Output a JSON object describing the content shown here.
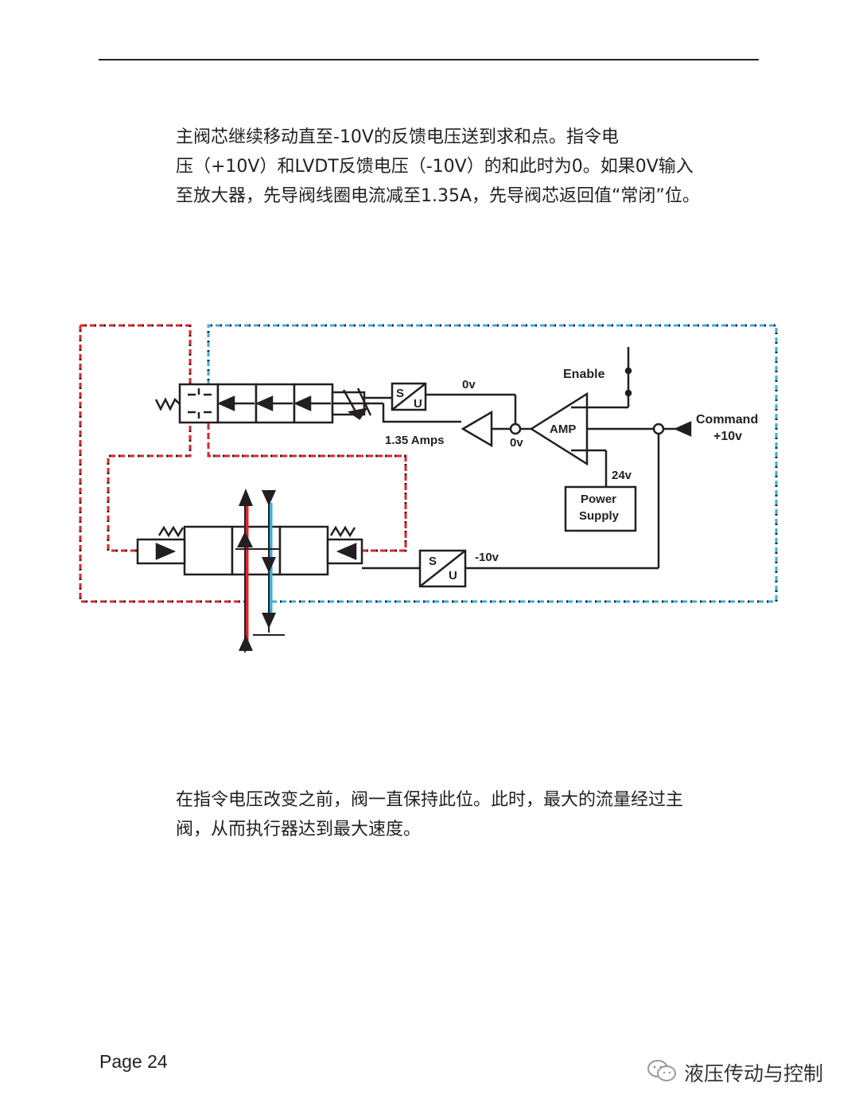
{
  "paragraph1": {
    "lines": [
      "主阀芯继续移动直至-10V的反馈电压送到求和点。指令电",
      "压（+10V）和LVDT反馈电压（-10V）的和此时为0。如果0V输入",
      "至放大器，先导阀线圈电流减至1.35A，先导阀芯返回值“常闭”位。"
    ]
  },
  "diagram": {
    "enable": "Enable",
    "su_top_s": "S",
    "su_top_u": "U",
    "su_bottom_s": "S",
    "su_bottom_u": "U",
    "v0_top": "0v",
    "v0_bottom": "0v",
    "amps": "1.35 Amps",
    "amp": "AMP",
    "command": "Command",
    "command_value": "+10v",
    "v24": "24v",
    "power_supply_line1": "Power",
    "power_supply_line2": "Supply",
    "minus10": "-10v",
    "colors": {
      "pressure_line": "#e0242c",
      "tank_line": "#39aee0",
      "ink": "#231f20"
    }
  },
  "paragraph2": {
    "lines": [
      "在指令电压改变之前，阀一直保持此位。此时，最大的流量经过主",
      "阀，从而执行器达到最大速度。"
    ]
  },
  "footer": {
    "page": "Page 24",
    "watermark": "液压传动与控制",
    "watermark_icon": "wechat-icon"
  }
}
